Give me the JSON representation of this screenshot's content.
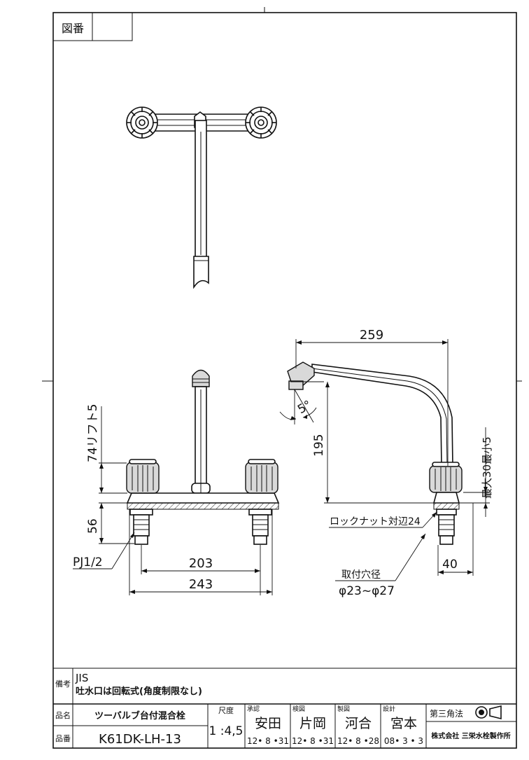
{
  "frame": {
    "drawing_number_label": "図番",
    "drawing_number_value": ""
  },
  "front_view": {
    "dim_lift": "74リフト5",
    "dim_shank": "56",
    "dim_thread": "PJ1/2",
    "dim_hole_pitch": "203",
    "dim_overall_width": "243"
  },
  "side_view": {
    "dim_reach": "259",
    "dim_height": "195",
    "dim_angle": "5°",
    "dim_max_thickness": "最大30最小5",
    "locknut_label": "ロックナット対辺24",
    "mount_hole_label": "取付穴径",
    "mount_hole_value": "φ23~φ27",
    "dim_40": "40"
  },
  "notes": {
    "label": "備考",
    "line1": "JIS",
    "line2": "吐水口は回転式(角度制限なし)"
  },
  "title_block": {
    "product_name_label": "品名",
    "product_name": "ツーバルブ台付混合栓",
    "product_code_label": "品番",
    "product_code": "K61DK-LH-13",
    "scale_label": "尺度",
    "scale_value": "1 :4,5",
    "approved_label": "承認",
    "approved_name": "安田",
    "approved_date": "12• 8 •31",
    "checked_label": "検図",
    "checked_name": "片岡",
    "checked_date": "12• 8 •31",
    "drawn_label": "製図",
    "drawn_name": "河合",
    "drawn_date": "12• 8 •28",
    "designed_label": "設計",
    "designed_name": "宮本",
    "designed_date": "08• 3 • 3",
    "projection_label": "第三角法",
    "company": "株式会社 三栄水栓製作所"
  }
}
